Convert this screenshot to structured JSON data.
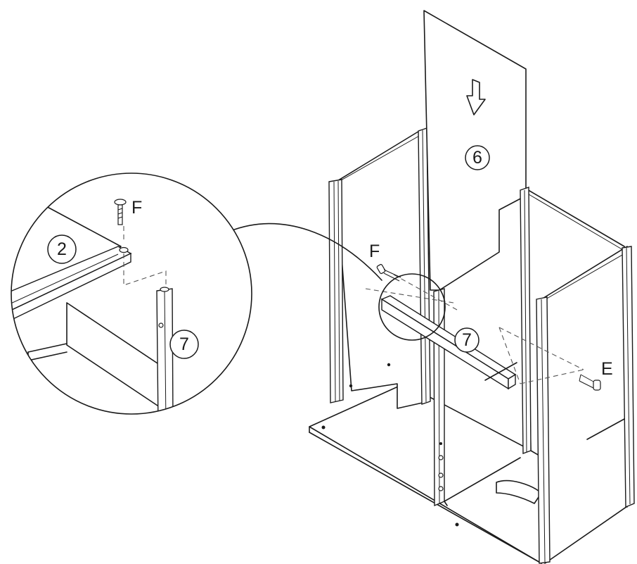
{
  "diagram": {
    "callouts": {
      "part_6": "6",
      "part_7_main": "7",
      "part_7_detail": "7",
      "part_2_detail": "2"
    },
    "screws": {
      "screw_f_main": "F",
      "screw_f_detail": "F",
      "screw_e": "E"
    },
    "colors": {
      "line": "#1a1a1a",
      "background": "#ffffff",
      "dashed_guide": "#555555"
    },
    "icons": {
      "insert_direction": "down-arrow-icon"
    }
  }
}
